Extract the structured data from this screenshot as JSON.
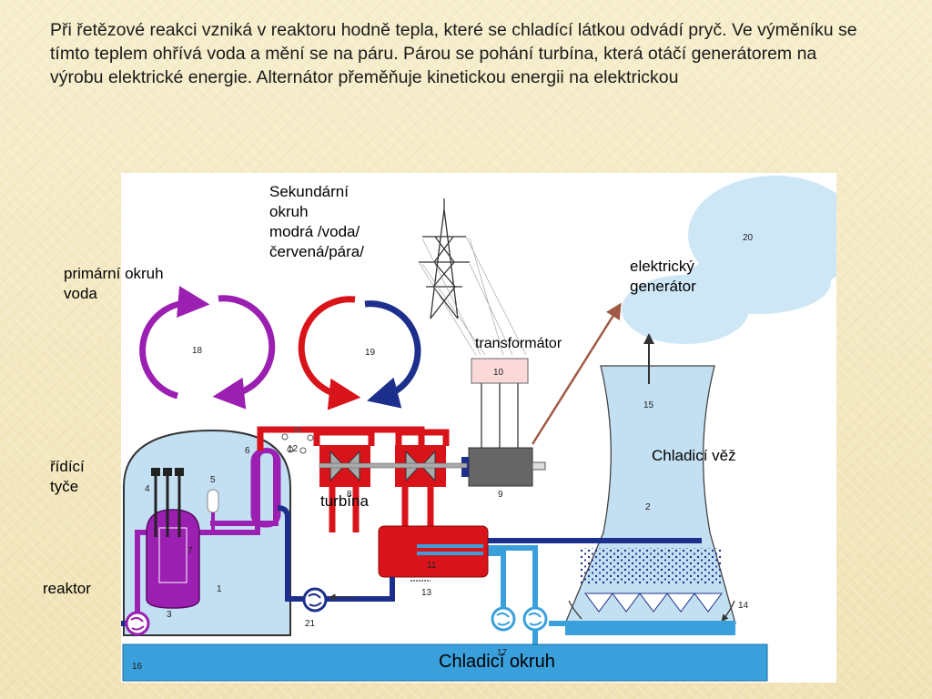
{
  "intro": {
    "part1": "Při řetězové reakci vzniká v reaktoru hodně tepla, které se chladící látkou odvádí pryč. Ve výměníku se tímto teplem ohřívá voda a mění se na páru. Párou se ",
    "bold1": "pohání turbína",
    "part2": ", která otáčí generátorem na výrobu elektrické energie. ",
    "bold2": "Alternátor",
    "part3": " přeměňuje kinetickou energii na elektrickou"
  },
  "labels": {
    "secondary_line1": "Sekundární",
    "secondary_line2": "okruh",
    "secondary_line3": "modrá /voda/",
    "secondary_line4": "červená/pára/",
    "primary_line1": "primární okruh",
    "primary_line2": "voda",
    "generator_line1": "elektrický",
    "generator_line2": "generátor",
    "transformer": "transformátor",
    "cooling_tower": "Chladicí věž",
    "control_rods_line1": "řídící",
    "control_rods_line2": "tyče",
    "turbine": "turbína",
    "reactor": "reaktor",
    "cooling_circuit": "Chladicí okruh"
  },
  "numbers": {
    "n1": "1",
    "n2": "2",
    "n3": "3",
    "n4": "4",
    "n5": "5",
    "n6": "6",
    "n7": "7",
    "n8": "8",
    "n9": "9",
    "n10": "10",
    "n11": "11",
    "n12": "12",
    "n13": "13",
    "n14": "14",
    "n15": "15",
    "n16": "16",
    "n17": "17",
    "n18": "18",
    "n19": "19",
    "n20": "20",
    "n21": "21"
  },
  "colors": {
    "primary_loop": "#9b1fb0",
    "steam": "#d8141a",
    "water": "#1d2f8c",
    "cooling_water": "#3aa0dc",
    "reactor_vessel": "#c3e0f2",
    "cloud": "#cde7f7",
    "generator_arrow": "#a05a44"
  }
}
